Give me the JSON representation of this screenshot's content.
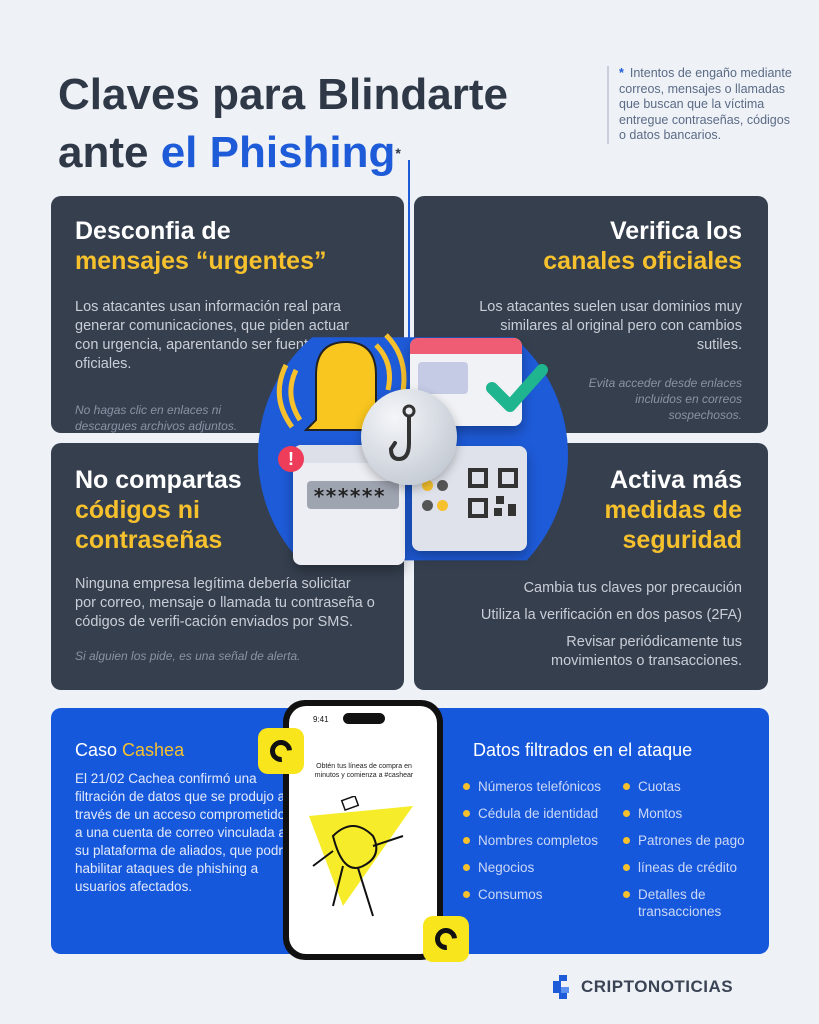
{
  "header": {
    "title_line1": "Claves para Blindarte",
    "title_line2_a": "ante ",
    "title_line2_b": "el Phishing",
    "asterisk": "*",
    "note_star": "*",
    "note": "Intentos de engaño mediante correos, mensajes o llamadas que buscan que la víctima entregue contraseñas, códigos o datos bancarios."
  },
  "cards": {
    "c1": {
      "title_a": "Desconfia de",
      "title_b": "mensajes “urgentes”",
      "body": "Los atacantes usan información real para generar comunicaciones, que piden actuar con urgencia, aparentando ser fuentes oficiales.",
      "tip": "No hagas clic en enlaces ni descargues archivos adjuntos."
    },
    "c2": {
      "title_a": "Verifica los",
      "title_b": "canales oficiales",
      "body": "Los atacantes suelen usar dominios muy similares al original pero con cambios sutiles.",
      "tip": "Evita acceder desde enlaces incluidos en correos sospechosos."
    },
    "c3": {
      "title_a": "No compartas",
      "title_b": "códigos ni contraseñas",
      "body": "Ninguna empresa legítima debería solicitar por correo, mensaje o llamada tu contraseña o códigos de verifi-cación enviados por SMS.",
      "tip": "Si alguien los pide, es una señal de alerta."
    },
    "c4": {
      "title_a": "Activa más",
      "title_b": "medidas de seguridad",
      "items": [
        "Cambia tus claves por precaución",
        "Utiliza la verificación en dos pasos (2FA)",
        "Revisar periódicamente tus movimientos o transacciones."
      ]
    }
  },
  "illustration": {
    "password_mask": "******",
    "alert": "!"
  },
  "case": {
    "title_a": "Caso ",
    "title_b": "Cashea",
    "description": "El 21/02 Cachea confirmó una filtración de datos que se produjo a través de un acceso comprometido a una cuenta de correo vinculada a su plataforma de aliados, que podría habilitar ataques de phishing a usuarios afectados.",
    "data_title": "Datos filtrados en el ataque",
    "col1": [
      "Números telefónicos",
      "Cédula de identidad",
      "Nombres completos",
      "Negocios",
      "Consumos"
    ],
    "col2": [
      "Cuotas",
      "Montos",
      "Patrones de pago",
      "líneas de crédito",
      "Detalles de transacciones"
    ]
  },
  "phone": {
    "time": "9:41",
    "text": "Obtén tus líneas de compra en minutos y comienza a #cashear"
  },
  "footer": {
    "brand": "CRIPTONOTICIAS"
  },
  "colors": {
    "accent_blue": "#1e5bd8",
    "accent_yellow": "#f6c12d",
    "card_dark": "#353f4e"
  }
}
